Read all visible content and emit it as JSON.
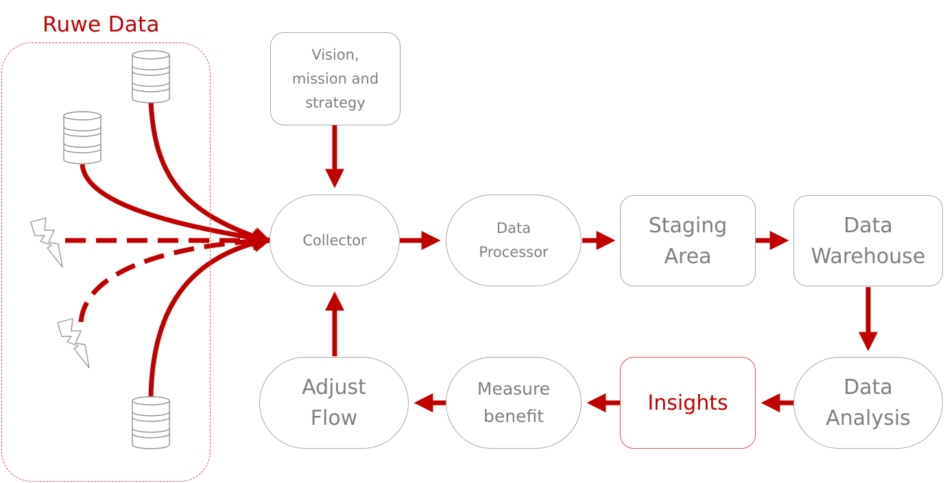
{
  "group": {
    "label": "Ruwe Data"
  },
  "nodes": {
    "vision": "Vision,\nmission and\nstrategy",
    "collector": "Collector",
    "processor": "Data\nProcessor",
    "staging": "Staging\nArea",
    "warehouse": "Data\nWarehouse",
    "analysis": "Data\nAnalysis",
    "insights": "Insights",
    "measure": "Measure\nbenefit",
    "adjust": "Adjust\nFlow"
  },
  "colors": {
    "accent": "#c00000",
    "border": "#a6a6a6",
    "text": "#7f7f7f",
    "dashed_border": "#e34a4a"
  },
  "icons": [
    "database-icon",
    "lightning-icon"
  ]
}
